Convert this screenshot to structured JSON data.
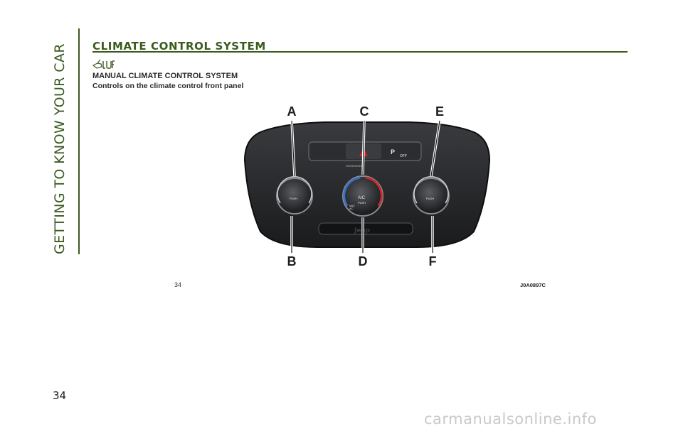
{
  "sidebar": {
    "title": "GETTING TO KNOW YOUR CAR"
  },
  "section": {
    "title": "CLIMATE CONTROL SYSTEM",
    "subheading": "MANUAL CLIMATE CONTROL SYSTEM",
    "description": "Controls on the climate control front panel"
  },
  "figure": {
    "callouts": [
      "A",
      "C",
      "E",
      "B",
      "D",
      "F"
    ],
    "number": "34",
    "code": "J0A0897C",
    "panel_text": {
      "passenger": "PASSENGER",
      "p_off": "P",
      "off": "OFF",
      "ac": "A/C",
      "push": "PUSH",
      "max": "MAX",
      "max_ac": "A/C",
      "brand": "Jeep"
    }
  },
  "page": {
    "number": "34"
  },
  "watermark": {
    "text": "carmanualsonline.info"
  },
  "colors": {
    "accent": "#3a5a1e",
    "knob_blue": "#3a6fc4",
    "knob_red": "#c8282c"
  }
}
